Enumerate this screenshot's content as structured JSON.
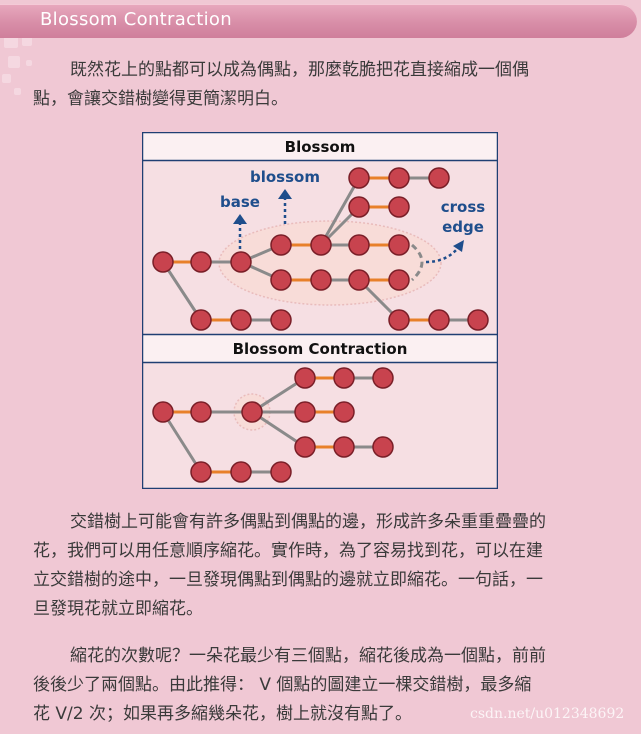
{
  "header": {
    "title": "Blossom Contraction"
  },
  "intro": {
    "line1": "既然花上的點都可以成為偶點，那麼乾脆把花直接縮成一個偶",
    "line2": "點，會讓交錯樹變得更簡潔明白。"
  },
  "figure": {
    "top_title": "Blossom",
    "bottom_title": "Blossom Contraction",
    "label_blossom": "blossom",
    "label_base": "base",
    "label_cross1": "cross",
    "label_cross2": "edge",
    "colors": {
      "node": "#c8434e",
      "matched_edge": "#e8802a",
      "unmatched_edge": "#8a8a8a",
      "label": "#1f4e8c",
      "blossom_fill": "#f6d6d2"
    }
  },
  "para2": {
    "line1": "交錯樹上可能會有許多偶點到偶點的邊，形成許多朵重重疊疊的",
    "line2": "花，我們可以用任意順序縮花。實作時，為了容易找到花，可以在建",
    "line3": "立交錯樹的途中，一旦發現偶點到偶點的邊就立即縮花。一句話，一",
    "line4": "旦發現花就立即縮花。"
  },
  "para3": {
    "line1": "縮花的次數呢？一朵花最少有三個點，縮花後成為一個點，前前",
    "line2": "後後少了兩個點。由此推得： V 個點的圖建立一棵交錯樹，最多縮",
    "line3": "花 V/2 次；如果再多縮幾朵花，樹上就沒有點了。"
  },
  "watermark": "csdn.net/u012348692"
}
